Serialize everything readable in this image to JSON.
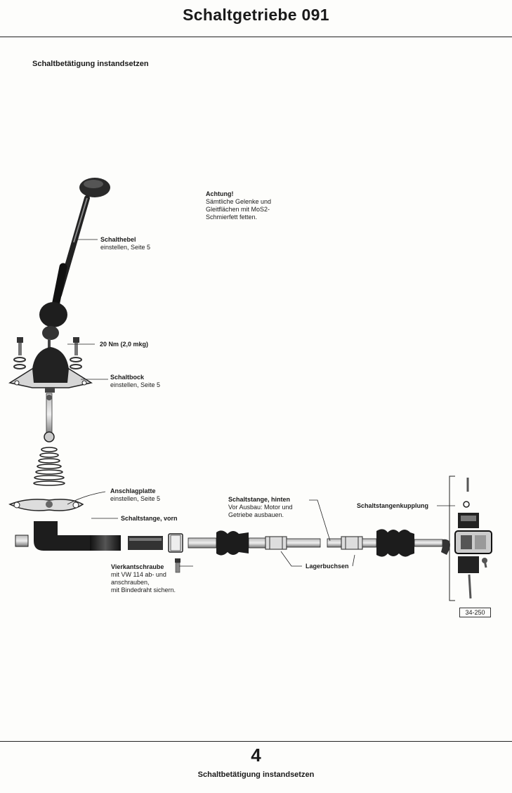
{
  "header": {
    "title": "Schaltgetriebe 091"
  },
  "section": {
    "title": "Schaltbetätigung instandsetzen"
  },
  "notice": {
    "heading": "Achtung!",
    "line1": "Sämtliche Gelenke und",
    "line2": "Gleitflächen mit MoS2-",
    "line3": "Schmierfett fetten."
  },
  "labels": {
    "schalthebel": {
      "name": "Schalthebel",
      "note": "einstellen, Seite 5"
    },
    "torque": "20 Nm (2,0 mkg)",
    "schaltbock": {
      "name": "Schaltbock",
      "note": "einstellen, Seite 5"
    },
    "anschlagplatte": {
      "name": "Anschlagplatte",
      "note": "einstellen, Seite 5"
    },
    "schaltstange_vorn": "Schaltstange, vorn",
    "vierkantschraube": {
      "name": "Vierkantschraube",
      "line1": "mit VW 114 ab- und",
      "line2": "anschrauben,",
      "line3": "mit Bindedraht sichern."
    },
    "schaltstange_hinten": {
      "name": "Schaltstange, hinten",
      "line1": "Vor Ausbau: Motor und",
      "line2": "Getriebe ausbauen."
    },
    "lagerbuchsen": "Lagerbuchsen",
    "kupplung": "Schaltstangenkupplung"
  },
  "figure": {
    "ref_code": "34-250"
  },
  "footer": {
    "page_number": "4",
    "title": "Schaltbetätigung instandsetzen"
  }
}
